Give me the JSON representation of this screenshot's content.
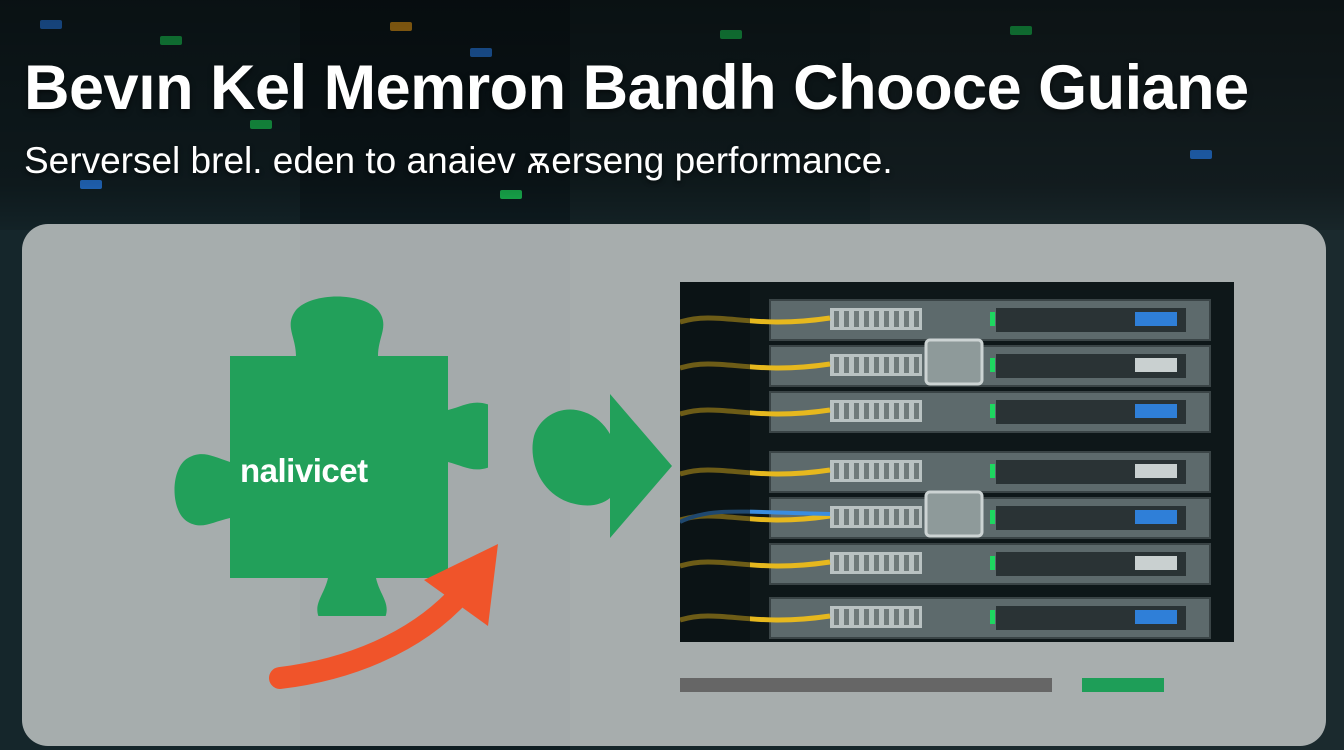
{
  "hero": {
    "title": "Bevın Kel Memron Bandh Chooce Guiane",
    "subtitle": "Serversel brel. eden to anaiev ѫerseng performance."
  },
  "diagram": {
    "puzzle_label": "nalivicet",
    "colors": {
      "accent_green": "#22a05a",
      "accent_orange": "#f0542a",
      "panel": "#eceeec"
    },
    "icons": [
      "puzzle-piece-icon",
      "arrow-right-icon",
      "curved-arrow-icon"
    ]
  },
  "progress": {
    "value_percent": 0.78
  }
}
